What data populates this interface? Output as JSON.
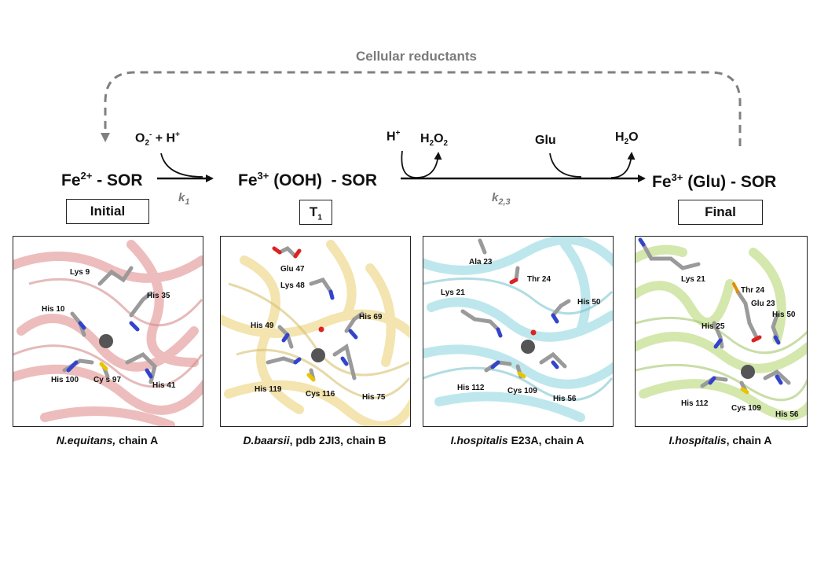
{
  "cycle_label": "Cellular reductants",
  "species": {
    "initial": {
      "base": "Fe",
      "sup": "2+",
      "rest": " - SOR"
    },
    "t1": {
      "base": "Fe",
      "sup": "3+",
      "rest": " (OOH)  - SOR"
    },
    "final": {
      "base": "Fe",
      "sup": "3+",
      "rest": " (Glu) - SOR"
    }
  },
  "reactants": {
    "o2": {
      "base": "O",
      "sub": "2",
      "sup": "-",
      "rest": " + H",
      "sup2": "+"
    },
    "h": {
      "base": "H",
      "sup": "+"
    },
    "h2o2": {
      "base": "H",
      "sub": "2",
      "mid": "O",
      "sub2": "2"
    },
    "glu": "Glu",
    "h2o": {
      "base": "H",
      "sub": "2",
      "rest": "O"
    }
  },
  "rates": {
    "k1": {
      "base": "k",
      "sub": "1"
    },
    "k23": {
      "base": "k",
      "sub": "2,3"
    }
  },
  "stages": {
    "initial": "Initial",
    "t1": {
      "base": "T",
      "sub": "1"
    },
    "final": "Final"
  },
  "panels": [
    {
      "tint": "#e8a8a8",
      "residues": [
        "Lys 9",
        "His 35",
        "His 10",
        "His 100",
        "Cy s 97",
        "His 41"
      ]
    },
    {
      "tint": "#f0dc96",
      "residues": [
        "Glu 47",
        "Lys 48",
        "His 69",
        "His 49",
        "His 119",
        "Cys 116",
        "His 75"
      ]
    },
    {
      "tint": "#a8e0e6",
      "residues": [
        "Ala 23",
        "Thr 24",
        "Lys 21",
        "His 50",
        "His 112",
        "Cys 109",
        "His 56"
      ]
    },
    {
      "tint": "#c6df92",
      "residues": [
        "Lys 21",
        "Thr 24",
        "Glu 23",
        "His 25",
        "His 50",
        "His 112",
        "Cys 109",
        "His 56"
      ]
    }
  ],
  "captions": [
    {
      "org": "N.equitans,",
      "rest": " chain A"
    },
    {
      "org": "D.baarsii",
      "rest": ", pdb 2JI3, chain B"
    },
    {
      "org": "I.hospitalis",
      "rest": " E23A, chain A"
    },
    {
      "org": "I.hospitalis",
      "rest": ", chain A"
    }
  ]
}
